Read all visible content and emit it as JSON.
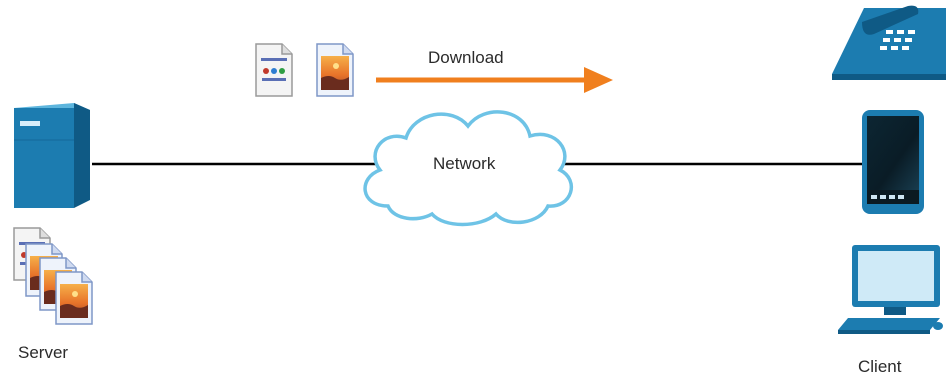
{
  "labels": {
    "download": "Download",
    "network": "Network",
    "server": "Server",
    "client": "Client"
  },
  "colors": {
    "device_blue": "#1c7cb0",
    "device_blue_dark": "#0f5a85",
    "arrow_orange": "#f07f1e",
    "cloud_fill": "#ffffff",
    "cloud_stroke": "#6ec3e6",
    "line": "#000000"
  },
  "icons": {
    "server": "server-tower-icon",
    "phone": "desk-phone-icon",
    "mobile": "smartphone-icon",
    "computer": "desktop-computer-icon",
    "web_doc": "web-page-document-icon",
    "image_doc": "image-file-icon"
  }
}
